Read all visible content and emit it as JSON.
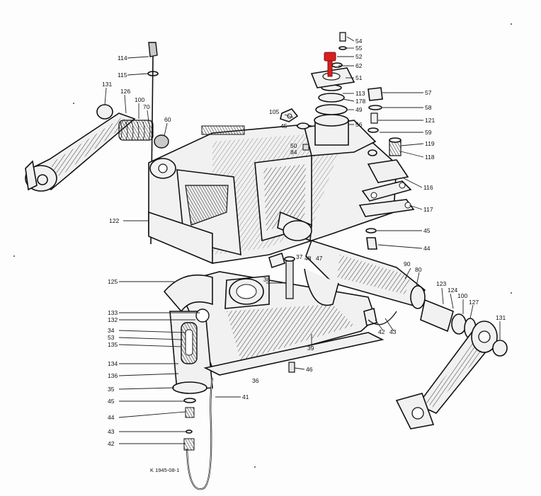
{
  "diagram": {
    "reference_code": "K 1945-08-1",
    "highlight_color": "#d62020",
    "ink_color": "#111111",
    "callouts": {
      "c54": "54",
      "c55": "55",
      "c52": "52",
      "c62": "62",
      "c51": "51",
      "c113": "113",
      "c178": "178",
      "c49": "49",
      "c56": "56",
      "c57": "57",
      "c58": "58",
      "c121": "121",
      "c59": "59",
      "c119": "119",
      "c118": "118",
      "c114": "114",
      "c115": "115",
      "c131a": "131",
      "c126": "126",
      "c100a": "100",
      "c70": "70",
      "c60": "60",
      "c105": "105",
      "c45a": "45",
      "c50": "50",
      "c84": "84",
      "c116": "116",
      "c117": "117",
      "c45b": "45",
      "c44a": "44",
      "c122": "122",
      "c37": "37",
      "c48": "48",
      "c47": "47",
      "c90": "90",
      "c80": "80",
      "c123": "123",
      "c124": "124",
      "c100b": "100",
      "c127": "127",
      "c131b": "131",
      "c125": "125",
      "c38": "38",
      "c133": "133",
      "c132": "132",
      "c34": "34",
      "c53": "53",
      "c135": "135",
      "c42a": "42",
      "c43a": "43",
      "c39": "39",
      "c134": "134",
      "c136": "136",
      "c36": "36",
      "c46": "46",
      "c35": "35",
      "c41": "41",
      "c45c": "45",
      "c44b": "44",
      "c43b": "43",
      "c42b": "42"
    }
  }
}
